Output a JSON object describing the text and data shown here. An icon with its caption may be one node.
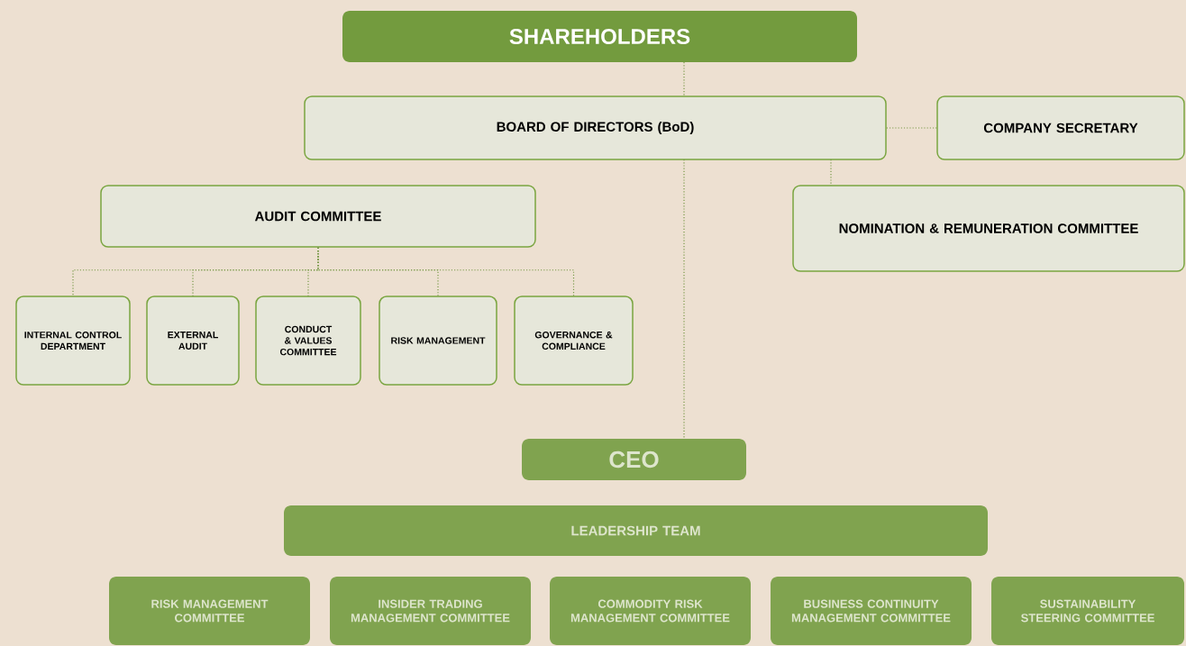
{
  "diagram": {
    "nodes": [
      {
        "text": [
          "SHAREHOLDERS"
        ]
      },
      {
        "text": [
          "BOARD OF DIRECTORS (BoD)"
        ]
      },
      {
        "text": [
          "COMPANY SECRETARY"
        ]
      },
      {
        "text": [
          "AUDIT COMMITTEE"
        ]
      },
      {
        "text": [
          "NOMINATION & REMUNERATION COMMITTEE"
        ]
      },
      {
        "text": [
          "INTERNAL CONTROL DEPARTMENT"
        ]
      },
      {
        "text": [
          "EXTERNAL AUDIT"
        ]
      },
      {
        "text": [
          "CONDUCT & VALUES COMMITTEE"
        ]
      },
      {
        "text": [
          "RISK MANAGEMENT"
        ]
      },
      {
        "text": [
          "GOVERNANCE & COMPLIANCE"
        ]
      },
      {
        "text": [
          "CEO"
        ]
      },
      {
        "text": [
          "LEADERSHIP TEAM"
        ]
      },
      {
        "text": [
          "RISK MANAGEMENT COMMITTEE"
        ]
      },
      {
        "text": [
          "INSIDER TRADING MANAGEMENT COMMITTEE"
        ]
      },
      {
        "text": [
          "COMMODITY RISK MANAGEMENT COMMITTEE"
        ]
      },
      {
        "text": [
          "BUSINESS CONTINUITY MANAGEMENT COMMITTEE"
        ]
      },
      {
        "text": [
          "SUSTAINABILITY STEERING COMMITTEE"
        ]
      }
    ],
    "edges": [
      {
        "from": 0,
        "to": 1,
        "arrow": "none"
      },
      {
        "from": 1,
        "to": 2,
        "arrow": "none"
      },
      {
        "from": 1,
        "to": 4,
        "arrow": "none"
      },
      {
        "from": 1,
        "to": 10,
        "arrow": "none"
      },
      {
        "from": 3,
        "to": 5,
        "arrow": "none"
      },
      {
        "from": 3,
        "to": 6,
        "arrow": "none"
      },
      {
        "from": 3,
        "to": 7,
        "arrow": "none"
      },
      {
        "from": 3,
        "to": 8,
        "arrow": "none"
      },
      {
        "from": 3,
        "to": 9,
        "arrow": "none"
      }
    ]
  }
}
